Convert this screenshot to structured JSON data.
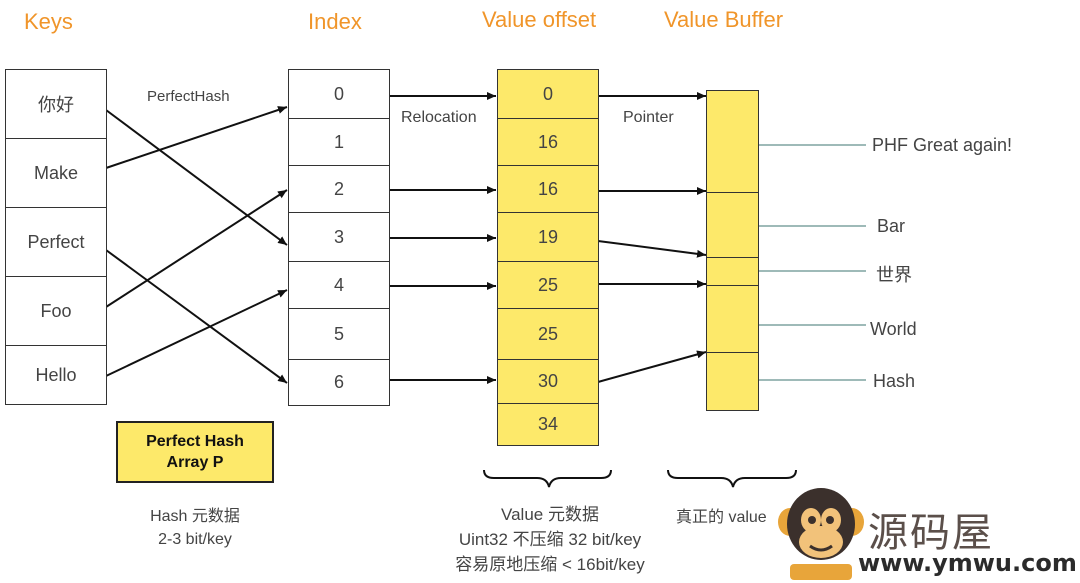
{
  "headers": {
    "keys": "Keys",
    "index": "Index",
    "value_offset": "Value offset",
    "value_buffer": "Value Buffer"
  },
  "keys": [
    "你好",
    "Make",
    "Perfect",
    "Foo",
    "Hello"
  ],
  "indices": [
    "0",
    "1",
    "2",
    "3",
    "4",
    "5",
    "6"
  ],
  "offsets": [
    "0",
    "16",
    "16",
    "19",
    "25",
    "25",
    "30",
    "34"
  ],
  "buffer_values": [
    "PHF Great again!",
    "Bar",
    "世界",
    "World",
    "Hash"
  ],
  "edge_labels": {
    "perfect_hash": "PerfectHash",
    "relocation": "Relocation",
    "pointer": "Pointer"
  },
  "perfect_hash_array": {
    "line1": "Perfect Hash",
    "line2": "Array P"
  },
  "captions": {
    "hash_meta": [
      "Hash 元数据",
      "2-3 bit/key"
    ],
    "value_meta": [
      "Value 元数据",
      "Uint32 不压缩 32 bit/key",
      "容易原地压缩 < 16bit/key"
    ],
    "real_value": "真正的 value"
  },
  "watermark": {
    "text": "源码屋",
    "url": "www.ymwu.com"
  },
  "colors": {
    "header": "#f0952a",
    "yellow": "#fde96a",
    "watermark_icon": "#e8a53a"
  }
}
